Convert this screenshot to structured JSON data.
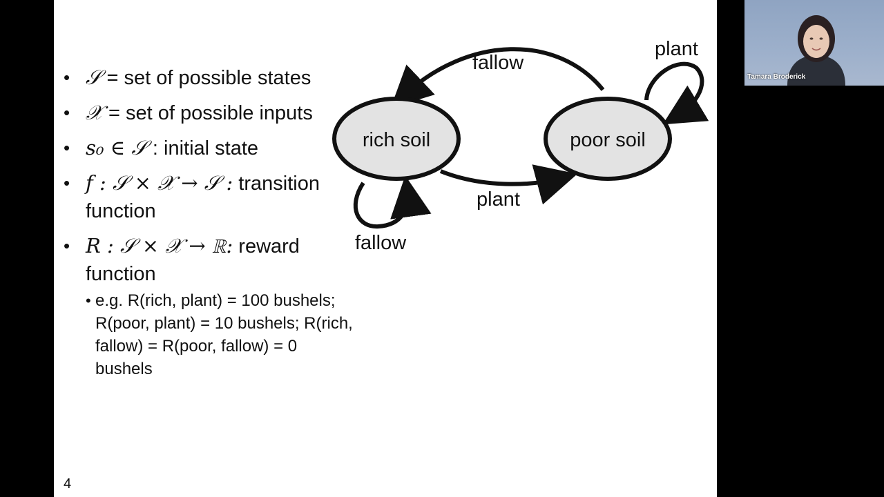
{
  "slide": {
    "bullets": [
      {
        "symbol": "𝒮",
        "text": " = set of possible states"
      },
      {
        "symbol": "𝒳",
        "text": " = set of possible inputs"
      },
      {
        "symbol": "s₀ ∈ 𝒮",
        "text": " : initial state"
      },
      {
        "symbol": "f : 𝒮 × 𝒳 → 𝒮 :",
        "text": " transition function"
      },
      {
        "symbol": "R : 𝒮 × 𝒳 → ℝ:",
        "text": " reward function"
      }
    ],
    "example": "e.g. R(rich, plant) = 100 bushels; R(poor, plant) = 10 bushels; R(rich, fallow) = R(poor, fallow) = 0 bushels",
    "page_number": "4"
  },
  "diagram": {
    "states": {
      "rich": "rich soil",
      "poor": "poor soil"
    },
    "edges": {
      "rich_to_poor": "plant",
      "poor_to_rich": "fallow",
      "rich_self": "fallow",
      "poor_self": "plant"
    },
    "node_fill": "#e3e3e3"
  },
  "video": {
    "participant_name": "Tamara Broderick"
  }
}
